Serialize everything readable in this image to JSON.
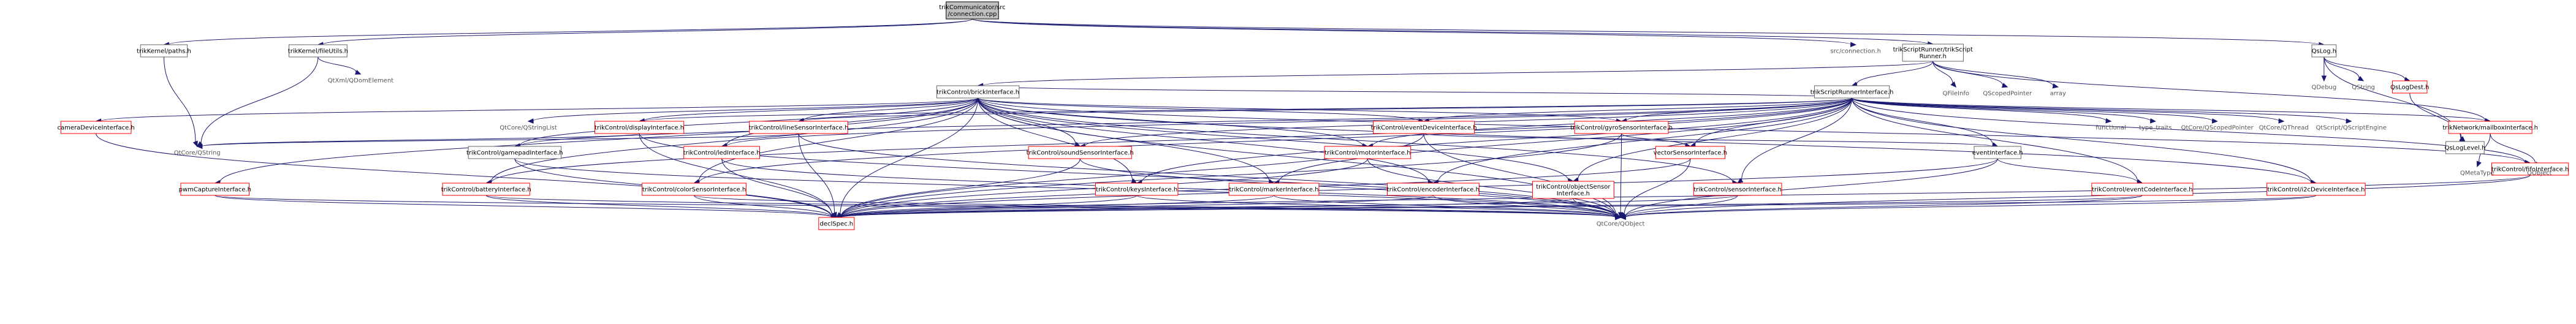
{
  "nodes": [
    {
      "id": "root",
      "lines": [
        "trikCommunicator/src",
        "/connection.cpp"
      ],
      "style": "root"
    },
    {
      "id": "paths",
      "lines": [
        "trikKernel/paths.h"
      ],
      "style": "black"
    },
    {
      "id": "fileutils",
      "lines": [
        "trikKernel/fileUtils.h"
      ],
      "style": "black"
    },
    {
      "id": "scriptrunner",
      "lines": [
        "trikScriptRunner/trikScript",
        "Runner.h"
      ],
      "style": "black"
    },
    {
      "id": "srcconn",
      "lines": [
        "src/connection.h"
      ],
      "style": "plain"
    },
    {
      "id": "qslog",
      "lines": [
        "QsLog.h"
      ],
      "style": "black"
    },
    {
      "id": "qtxml",
      "lines": [
        "QtXml/QDomElement"
      ],
      "style": "plain"
    },
    {
      "id": "brick",
      "lines": [
        "trikControl/brickInterface.h"
      ],
      "style": "black"
    },
    {
      "id": "qfileinfo",
      "lines": [
        "QFileInfo"
      ],
      "style": "plain"
    },
    {
      "id": "qscoped",
      "lines": [
        "QScopedPointer"
      ],
      "style": "plain"
    },
    {
      "id": "array",
      "lines": [
        "array"
      ],
      "style": "plain"
    },
    {
      "id": "runnerif",
      "lines": [
        "trikScriptRunnerInterface.h"
      ],
      "style": "black"
    },
    {
      "id": "qdebug",
      "lines": [
        "QDebug"
      ],
      "style": "plain"
    },
    {
      "id": "qstringp",
      "lines": [
        "QString"
      ],
      "style": "plain"
    },
    {
      "id": "qslogdest",
      "lines": [
        "QsLogDest.h"
      ],
      "style": "red"
    },
    {
      "id": "camera",
      "lines": [
        "cameraDeviceInterface.h"
      ],
      "style": "red"
    },
    {
      "id": "qstringlist",
      "lines": [
        "QtCore/QStringList"
      ],
      "style": "plain"
    },
    {
      "id": "display",
      "lines": [
        "trikControl/displayInterface.h"
      ],
      "style": "red"
    },
    {
      "id": "linesensor",
      "lines": [
        "trikControl/lineSensorInterface.h"
      ],
      "style": "red"
    },
    {
      "id": "eventdevice",
      "lines": [
        "trikControl/eventDeviceInterface.h"
      ],
      "style": "red"
    },
    {
      "id": "gyro",
      "lines": [
        "trikControl/gyroSensorInterface.h"
      ],
      "style": "red"
    },
    {
      "id": "functional",
      "lines": [
        "functional"
      ],
      "style": "plain"
    },
    {
      "id": "typetraits",
      "lines": [
        "type_traits"
      ],
      "style": "plain"
    },
    {
      "id": "qtscoped",
      "lines": [
        "QtCore/QScopedPointer"
      ],
      "style": "plain"
    },
    {
      "id": "qthread",
      "lines": [
        "QtCore/QThread"
      ],
      "style": "plain"
    },
    {
      "id": "qscriptengine",
      "lines": [
        "QtScript/QScriptEngine"
      ],
      "style": "plain"
    },
    {
      "id": "mailbox",
      "lines": [
        "trikNetwork/mailboxInterface.h"
      ],
      "style": "red"
    },
    {
      "id": "qslevel",
      "lines": [
        "QsLogLevel.h"
      ],
      "style": "black"
    },
    {
      "id": "qtcoreqstring",
      "lines": [
        "QtCore/QString"
      ],
      "style": "plain"
    },
    {
      "id": "gamepad",
      "lines": [
        "trikControl/gamepadInterface.h"
      ],
      "style": "black"
    },
    {
      "id": "led",
      "lines": [
        "trikControl/ledInterface.h"
      ],
      "style": "red"
    },
    {
      "id": "soundsensor",
      "lines": [
        "trikControl/soundSensorInterface.h"
      ],
      "style": "red"
    },
    {
      "id": "motor",
      "lines": [
        "trikControl/motorInterface.h"
      ],
      "style": "red"
    },
    {
      "id": "vectorsensor",
      "lines": [
        "vectorSensorInterface.h"
      ],
      "style": "red"
    },
    {
      "id": "eventif",
      "lines": [
        "eventInterface.h"
      ],
      "style": "black"
    },
    {
      "id": "fifo",
      "lines": [
        "trikControl/fifoInterface.h"
      ],
      "style": "red"
    },
    {
      "id": "qmetatype",
      "lines": [
        "QMetaType"
      ],
      "style": "plain"
    },
    {
      "id": "qobjectp",
      "lines": [
        "QObject"
      ],
      "style": "plain"
    },
    {
      "id": "pwmcapture",
      "lines": [
        "pwmCaptureInterface.h"
      ],
      "style": "red"
    },
    {
      "id": "battery",
      "lines": [
        "trikControl/batteryInterface.h"
      ],
      "style": "red"
    },
    {
      "id": "colorsensor",
      "lines": [
        "trikControl/colorSensorInterface.h"
      ],
      "style": "red"
    },
    {
      "id": "keys",
      "lines": [
        "trikControl/keysInterface.h"
      ],
      "style": "red"
    },
    {
      "id": "marker",
      "lines": [
        "trikControl/markerInterface.h"
      ],
      "style": "red"
    },
    {
      "id": "encoder",
      "lines": [
        "trikControl/encoderInterface.h"
      ],
      "style": "red"
    },
    {
      "id": "objectsensor",
      "lines": [
        "trikControl/objectSensor",
        "Interface.h"
      ],
      "style": "red"
    },
    {
      "id": "sensorif",
      "lines": [
        "trikControl/sensorInterface.h"
      ],
      "style": "red"
    },
    {
      "id": "eventcode",
      "lines": [
        "trikControl/eventCodeInterface.h"
      ],
      "style": "red"
    },
    {
      "id": "i2c",
      "lines": [
        "trikControl/i2cDeviceInterface.h"
      ],
      "style": "red"
    },
    {
      "id": "declspec",
      "lines": [
        "declSpec.h"
      ],
      "style": "red"
    },
    {
      "id": "qtcoreqobject",
      "lines": [
        "QtCore/QObject"
      ],
      "style": "plain"
    }
  ],
  "edges": [
    [
      "root",
      "paths"
    ],
    [
      "root",
      "fileutils"
    ],
    [
      "root",
      "scriptrunner"
    ],
    [
      "root",
      "srcconn"
    ],
    [
      "root",
      "qslog"
    ],
    [
      "paths",
      "qtcoreqstring"
    ],
    [
      "fileutils",
      "qtxml"
    ],
    [
      "fileutils",
      "qtcoreqstring"
    ],
    [
      "scriptrunner",
      "brick"
    ],
    [
      "scriptrunner",
      "qfileinfo"
    ],
    [
      "scriptrunner",
      "qscoped"
    ],
    [
      "scriptrunner",
      "array"
    ],
    [
      "scriptrunner",
      "runnerif"
    ],
    [
      "scriptrunner",
      "mailbox"
    ],
    [
      "qslog",
      "qdebug"
    ],
    [
      "qslog",
      "qstringp"
    ],
    [
      "qslog",
      "qslogdest"
    ],
    [
      "qslog",
      "qslevel"
    ],
    [
      "qslogdest",
      "qslevel"
    ],
    [
      "brick",
      "camera"
    ],
    [
      "brick",
      "qstringlist"
    ],
    [
      "brick",
      "display"
    ],
    [
      "brick",
      "linesensor"
    ],
    [
      "brick",
      "eventdevice"
    ],
    [
      "brick",
      "gyro"
    ],
    [
      "brick",
      "gamepad"
    ],
    [
      "brick",
      "led"
    ],
    [
      "brick",
      "soundsensor"
    ],
    [
      "brick",
      "motor"
    ],
    [
      "brick",
      "fifo"
    ],
    [
      "brick",
      "pwmcapture"
    ],
    [
      "brick",
      "battery"
    ],
    [
      "brick",
      "colorsensor"
    ],
    [
      "brick",
      "keys"
    ],
    [
      "brick",
      "marker"
    ],
    [
      "brick",
      "encoder"
    ],
    [
      "brick",
      "objectsensor"
    ],
    [
      "brick",
      "sensorif"
    ],
    [
      "brick",
      "i2c"
    ],
    [
      "brick",
      "declspec"
    ],
    [
      "brick",
      "qtcoreqobject"
    ],
    [
      "runnerif",
      "brick"
    ],
    [
      "runnerif",
      "display"
    ],
    [
      "runnerif",
      "linesensor"
    ],
    [
      "runnerif",
      "eventdevice"
    ],
    [
      "runnerif",
      "gyro"
    ],
    [
      "runnerif",
      "functional"
    ],
    [
      "runnerif",
      "typetraits"
    ],
    [
      "runnerif",
      "qtscoped"
    ],
    [
      "runnerif",
      "qthread"
    ],
    [
      "runnerif",
      "qscriptengine"
    ],
    [
      "runnerif",
      "mailbox"
    ],
    [
      "runnerif",
      "soundsensor"
    ],
    [
      "runnerif",
      "motor"
    ],
    [
      "runnerif",
      "vectorsensor"
    ],
    [
      "runnerif",
      "eventif"
    ],
    [
      "runnerif",
      "fifo"
    ],
    [
      "runnerif",
      "battery"
    ],
    [
      "runnerif",
      "colorsensor"
    ],
    [
      "runnerif",
      "keys"
    ],
    [
      "runnerif",
      "marker"
    ],
    [
      "runnerif",
      "encoder"
    ],
    [
      "runnerif",
      "objectsensor"
    ],
    [
      "runnerif",
      "sensorif"
    ],
    [
      "runnerif",
      "eventcode"
    ],
    [
      "runnerif",
      "i2c"
    ],
    [
      "runnerif",
      "gamepad"
    ],
    [
      "runnerif",
      "led"
    ],
    [
      "mailbox",
      "qmetatype"
    ],
    [
      "mailbox",
      "qobjectp"
    ],
    [
      "camera",
      "declspec"
    ],
    [
      "display",
      "qtcoreqstring"
    ],
    [
      "display",
      "declspec"
    ],
    [
      "display",
      "qtcoreqobject"
    ],
    [
      "linesensor",
      "qtcoreqstring"
    ],
    [
      "linesensor",
      "declspec"
    ],
    [
      "linesensor",
      "qtcoreqobject"
    ],
    [
      "eventdevice",
      "eventif"
    ],
    [
      "eventdevice",
      "declspec"
    ],
    [
      "eventdevice",
      "qtcoreqobject"
    ],
    [
      "gyro",
      "vectorsensor"
    ],
    [
      "gyro",
      "declspec"
    ],
    [
      "gyro",
      "qtcoreqobject"
    ],
    [
      "gamepad",
      "declspec"
    ],
    [
      "gamepad",
      "qtcoreqobject"
    ],
    [
      "led",
      "declspec"
    ],
    [
      "led",
      "qtcoreqobject"
    ],
    [
      "soundsensor",
      "declspec"
    ],
    [
      "soundsensor",
      "qtcoreqobject"
    ],
    [
      "motor",
      "declspec"
    ],
    [
      "motor",
      "qtcoreqobject"
    ],
    [
      "vectorsensor",
      "declspec"
    ],
    [
      "vectorsensor",
      "qtcoreqobject"
    ],
    [
      "eventif",
      "eventcode"
    ],
    [
      "eventif",
      "declspec"
    ],
    [
      "eventif",
      "qtcoreqobject"
    ],
    [
      "eventcode",
      "declspec"
    ],
    [
      "eventcode",
      "qtcoreqobject"
    ],
    [
      "fifo",
      "declspec"
    ],
    [
      "fifo",
      "qtcoreqobject"
    ],
    [
      "pwmcapture",
      "declspec"
    ],
    [
      "pwmcapture",
      "qtcoreqobject"
    ],
    [
      "battery",
      "declspec"
    ],
    [
      "battery",
      "qtcoreqobject"
    ],
    [
      "colorsensor",
      "declspec"
    ],
    [
      "colorsensor",
      "qtcoreqobject"
    ],
    [
      "keys",
      "declspec"
    ],
    [
      "keys",
      "qtcoreqobject"
    ],
    [
      "marker",
      "declspec"
    ],
    [
      "marker",
      "qtcoreqobject"
    ],
    [
      "encoder",
      "declspec"
    ],
    [
      "encoder",
      "qtcoreqobject"
    ],
    [
      "objectsensor",
      "declspec"
    ],
    [
      "objectsensor",
      "qtcoreqobject"
    ],
    [
      "sensorif",
      "declspec"
    ],
    [
      "sensorif",
      "qtcoreqobject"
    ],
    [
      "i2c",
      "declspec"
    ],
    [
      "i2c",
      "qtcoreqobject"
    ]
  ]
}
